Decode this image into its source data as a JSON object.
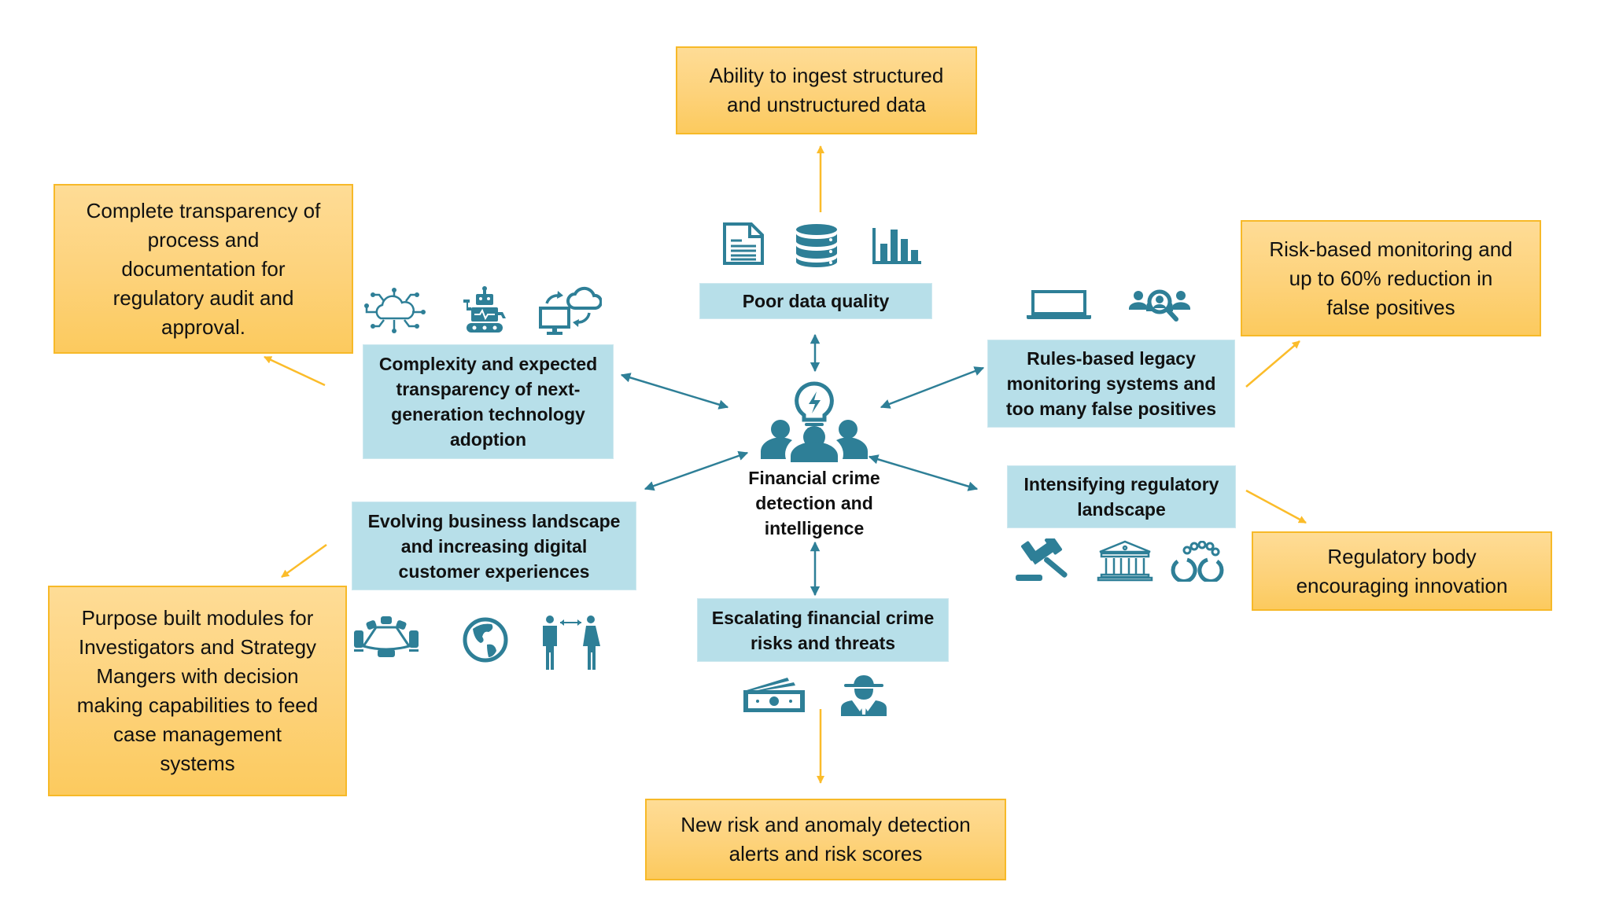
{
  "center": {
    "label": "Financial crime\ndetection and\nintelligence",
    "icon": "team-idea-icon"
  },
  "challenges": [
    {
      "id": "data",
      "label": "Poor data quality",
      "icons": [
        "document-icon",
        "database-icon",
        "bar-chart-icon"
      ]
    },
    {
      "id": "tech",
      "label": "Complexity and expected\ntransparency of next-\ngeneration technology\nadoption",
      "icons": [
        "cloud-network-icon",
        "robot-icon",
        "cloud-sync-monitor-icon"
      ]
    },
    {
      "id": "rules",
      "label": "Rules-based legacy\nmonitoring systems and\ntoo many false positives",
      "icons": [
        "laptop-icon",
        "user-search-icon"
      ]
    },
    {
      "id": "business",
      "label": "Evolving business landscape\nand increasing digital\ncustomer experiences",
      "icons": [
        "conference-table-icon",
        "globe-icon",
        "people-exchange-icon"
      ]
    },
    {
      "id": "regulatory",
      "label": "Intensifying regulatory\nlandscape",
      "icons": [
        "gavel-icon",
        "bank-building-icon",
        "handcuffs-icon"
      ]
    },
    {
      "id": "crime",
      "label": "Escalating financial crime\nrisks and threats",
      "icons": [
        "money-icon",
        "spy-icon"
      ]
    }
  ],
  "solutions": [
    {
      "id": "ingest",
      "label": "Ability to ingest structured\nand unstructured data"
    },
    {
      "id": "transparency",
      "label": "Complete transparency of\nprocess and\ndocumentation for\nregulatory audit and\napproval."
    },
    {
      "id": "risk",
      "label": "Risk-based monitoring and\nup to 60% reduction in\nfalse positives"
    },
    {
      "id": "modules",
      "label": "Purpose built modules for\nInvestigators and Strategy\nMangers with decision\nmaking capabilities to feed\ncase management\nsystems"
    },
    {
      "id": "innovation",
      "label": "Regulatory body\nencouraging innovation"
    },
    {
      "id": "alerts",
      "label": "New risk and anomaly detection\nalerts and risk scores"
    }
  ],
  "colors": {
    "teal": "#2e7f97",
    "challenge_fill": "#b7dfe9",
    "solution_fill": "#fdd27a",
    "solution_border": "#f7b928",
    "arrow_yellow": "#fbbc2a"
  }
}
